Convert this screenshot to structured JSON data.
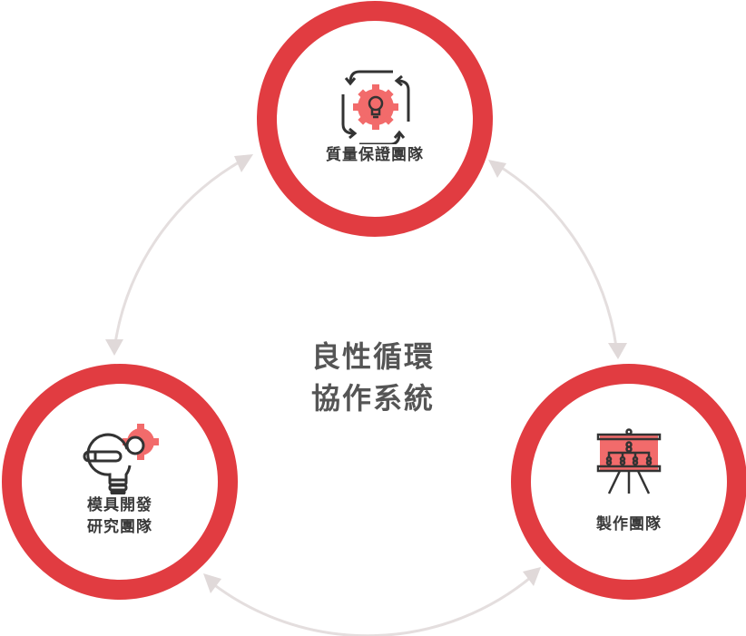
{
  "title": {
    "line1": "良性循環",
    "line2": "協作系統"
  },
  "nodes": {
    "quality": {
      "label": "質量保證團隊",
      "icon": "gear-lightbulb-cycle-icon"
    },
    "mold": {
      "line1": "模具開發",
      "line2": "研究團隊",
      "icon": "lightbulb-pencil-gear-icon"
    },
    "production": {
      "label": "製作團隊",
      "icon": "org-chart-board-icon"
    }
  },
  "colors": {
    "ring": "#e13c41",
    "accent": "#f26b6b",
    "arrow": "#e2dcdc",
    "text": "#3a3a3a"
  }
}
